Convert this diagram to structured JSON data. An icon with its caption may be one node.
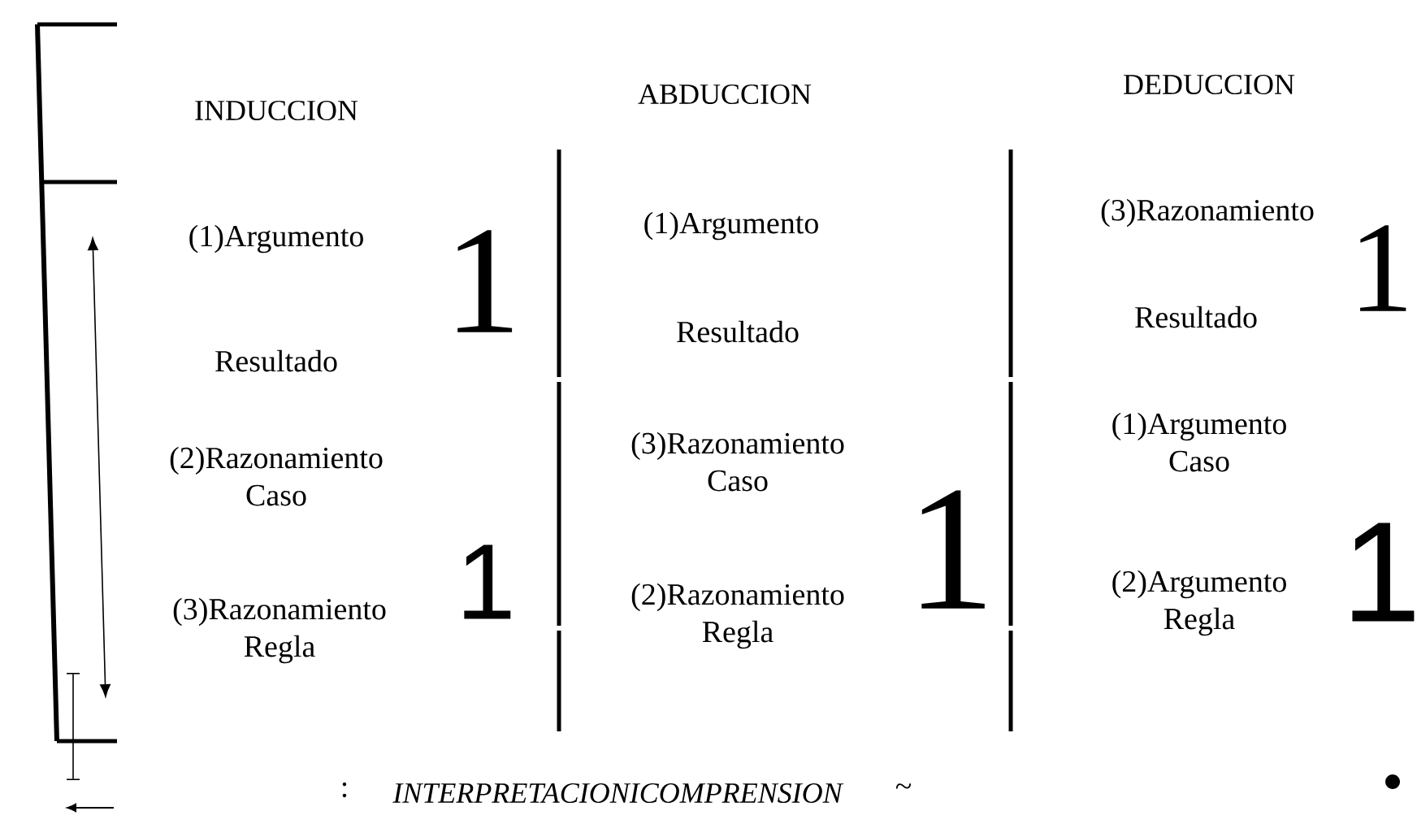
{
  "diagram": {
    "labels": [
      "INDUCCION",
      "ABDUCCION",
      "DEDUCCION",
      "(1)Argumento",
      "(1)Argumento",
      "(3)Razonamiento",
      "1",
      "1",
      "Resultado",
      "Resultado",
      "Resultado",
      "(2)Razonamiento Caso",
      "(3)Razonamiento Caso",
      "(1)Argumento Caso",
      "1",
      "1",
      "1",
      "(3)Razonamiento Regla",
      "(2)Razonamiento Regla",
      "(2)Argumento Regla",
      ":",
      "INTERPRETACIONICOMPRENSION",
      "~"
    ]
  }
}
